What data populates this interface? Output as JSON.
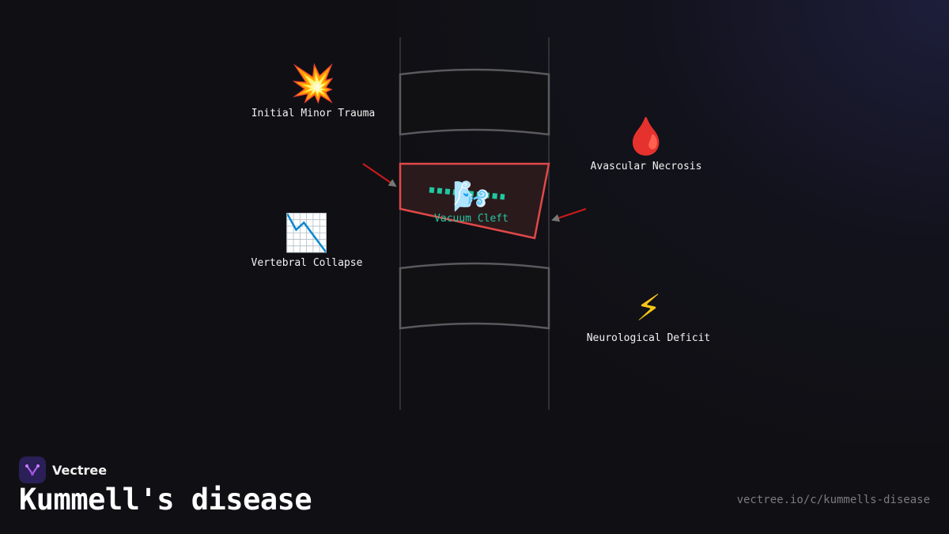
{
  "diagram": {
    "nodes": {
      "trauma": {
        "icon": "collision-icon",
        "emoji": "💥",
        "label": "Initial Minor Trauma"
      },
      "collapse": {
        "icon": "chart-decreasing-icon",
        "emoji": "📉",
        "label": "Vertebral Collapse"
      },
      "necrosis": {
        "icon": "droplet-icon",
        "emoji": "🩸",
        "label": "Avascular Necrosis"
      },
      "neuro": {
        "icon": "lightning-icon",
        "emoji": "⚡",
        "label": "Neurological Deficit"
      },
      "cleft": {
        "icon": "wind-icon",
        "emoji": "🌬️",
        "label": "Vacuum Cleft"
      }
    },
    "colors": {
      "vertebra_stroke": "#5a5a5e",
      "spine_line": "#3a3a3e",
      "collapsed_stroke": "#e04848",
      "collapsed_fill": "#2a1a1c",
      "cleft": "#22c7a0",
      "arrow_line": "#cc1a1a",
      "arrow_head": "#777777"
    }
  },
  "footer": {
    "brand_name": "Vectree",
    "brand_icon": "vectree-logo-icon",
    "title": "Kummell's disease",
    "url": "vectree.io/c/kummells-disease"
  }
}
